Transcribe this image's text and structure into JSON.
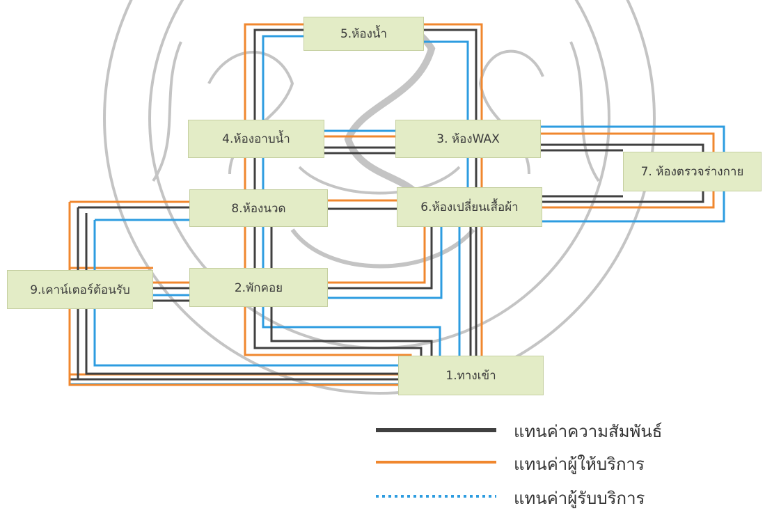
{
  "rooms": [
    {
      "id": "r5",
      "label": "5.ห้องน้ำ"
    },
    {
      "id": "r4",
      "label": "4.ห้องอาบน้ำ"
    },
    {
      "id": "r3",
      "label": "3. ห้องWAX"
    },
    {
      "id": "r7",
      "label": "7. ห้องตรวจร่างกาย"
    },
    {
      "id": "r8",
      "label": "8.ห้องนวด"
    },
    {
      "id": "r6",
      "label": "6.ห้องเปลี่ยนเสื้อผ้า"
    },
    {
      "id": "r9",
      "label": "9.เคาน์เตอร์ต้อนรับ"
    },
    {
      "id": "r2",
      "label": "2.พักคอย"
    },
    {
      "id": "r1",
      "label": "1.ทางเข้า"
    }
  ],
  "legend": [
    {
      "label": "แทนค่าความสัมพันธ์",
      "color": "#404040",
      "style": "solid"
    },
    {
      "label": "แทนค่าผู้ให้บริการ",
      "color": "#f0872e",
      "style": "solid"
    },
    {
      "label": "แทนค่าผู้รับบริการ",
      "color": "#2d9ce0",
      "style": "dotted"
    }
  ],
  "colors": {
    "relation": "#404040",
    "staff": "#f0872e",
    "client": "#2d9ce0",
    "room_fill": "#e3ecc6",
    "watermark": "#b9b9b9"
  }
}
